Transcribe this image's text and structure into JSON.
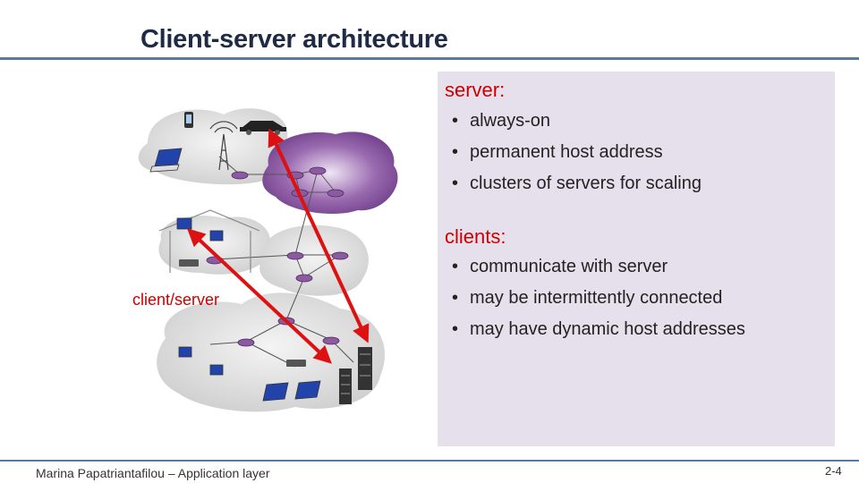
{
  "slide": {
    "title": "Client-server architecture",
    "server_heading": "server:",
    "server_points": [
      "always-on",
      "permanent host address",
      "clusters of servers for scaling"
    ],
    "clients_heading": "clients:",
    "client_points": [
      "communicate with server",
      "may be intermittently connected",
      "may have dynamic host addresses"
    ],
    "client_server_label": "client/server",
    "footer": "Marina Papatriantafilou – Application layer",
    "page_number": "2-4"
  },
  "colors": {
    "accent_red": "#cc0000",
    "title_navy": "#1f2a44",
    "panel_lavender": "#e6e0ec",
    "rule_blue": "#5b7a99"
  }
}
